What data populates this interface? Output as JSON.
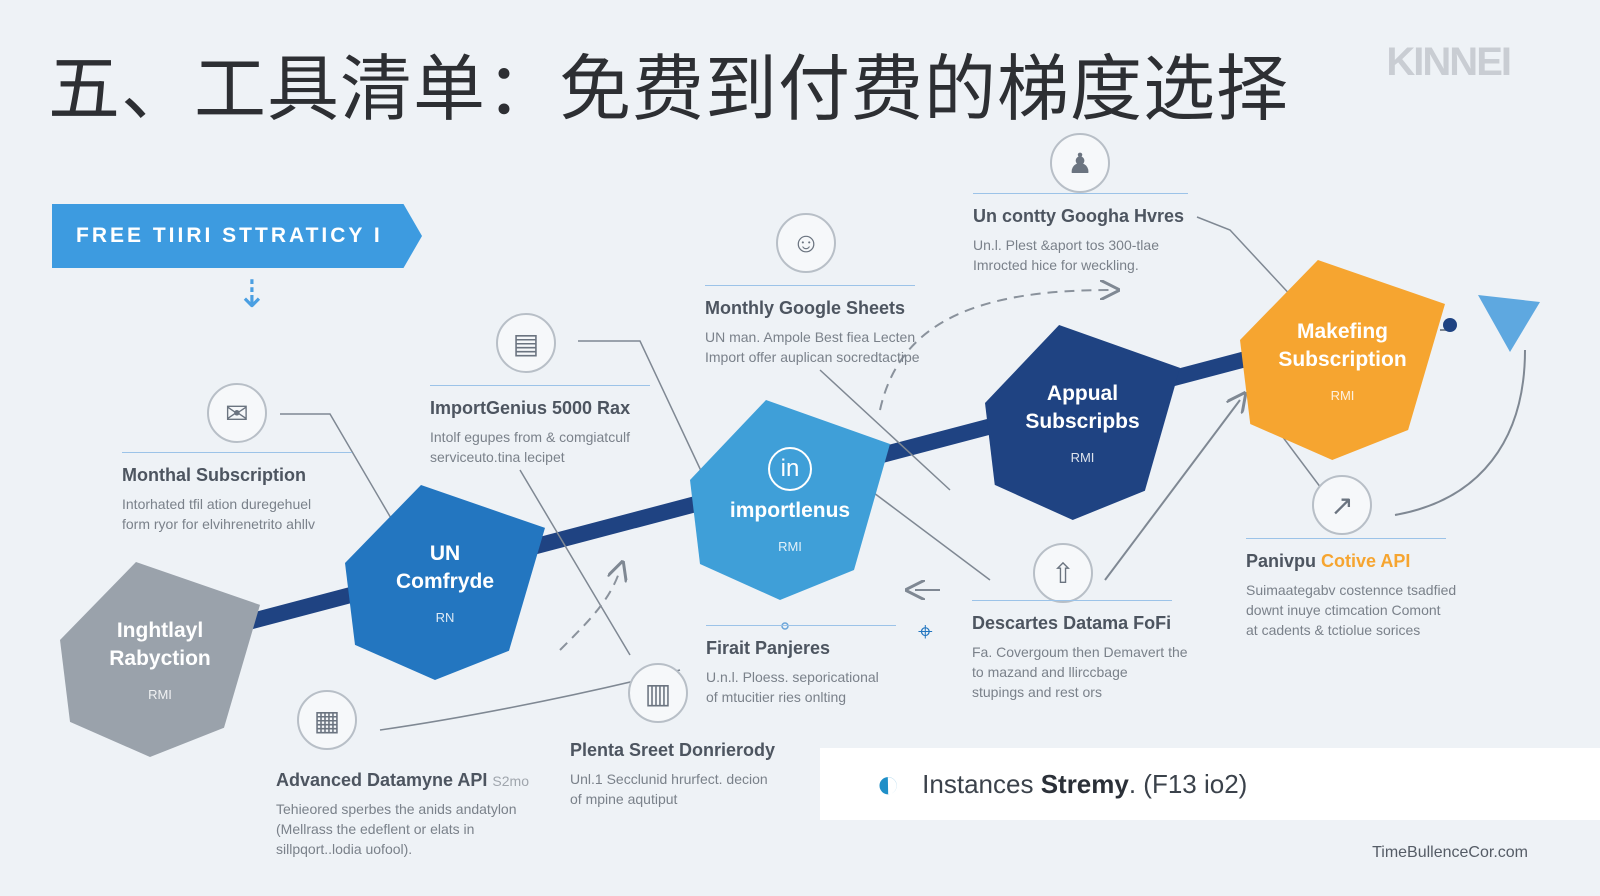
{
  "title": "五、工具清单：免费到付费的梯度选择",
  "logo_text": "KINNEI",
  "banner": {
    "label": "FREE TIIRI STTRATICY  I"
  },
  "nodes": [
    {
      "label_line1": "Inghtlayl",
      "label_line2": "Rabyction",
      "sub": "RMI",
      "color": "#9aa2ab"
    },
    {
      "label_line1": "UN",
      "label_line2": "Comfryde",
      "sub": "RN",
      "color": "#2376c0"
    },
    {
      "label_line1": "importlenus",
      "sub": "RMI",
      "badge": "in",
      "color": "#3f9fd8"
    },
    {
      "label_line1": "Appual",
      "label_line2": "Subscripbs",
      "sub": "RMI",
      "color": "#1f4382"
    },
    {
      "label_line1": "Makefing",
      "label_line2": "Subscription",
      "sub": "RMI",
      "color": "#f6a530"
    }
  ],
  "items": [
    {
      "title": "Monthal Subscription",
      "desc_line1": "Intorhated tfil ation duregehuel",
      "desc_line2": "form ryor for elvihrenetrito ahllv",
      "icon": "envelope-icon"
    },
    {
      "title": "ImportGenius 5000 Rax",
      "desc_line1": "Intolf egupes from & comgiatculf",
      "desc_line2": "serviceuto.tina lecipet",
      "icon": "document-chart-icon"
    },
    {
      "title": "Monthly Google Sheets",
      "desc_line1": "UN man. Ampole Best fiea Lecten",
      "desc_line2": "Import offer auplican socredtactipe",
      "icon": "people-icon"
    },
    {
      "title": "Un contty Googha Hvres",
      "desc_line1": "Un.l. Plest &aport tos 300-tlae",
      "desc_line2": "Imrocted hice for weckling.",
      "icon": "person-icon"
    },
    {
      "title_prefix": "Panivpu ",
      "title_accent": "Cotive API",
      "desc_line1": "Suimaategabv costennce tsadfied",
      "desc_line2": "downt inuye ctimcation Comont",
      "desc_line3": "at cadents & tctiolue sorices",
      "icon": "rocket-icon"
    },
    {
      "title": "Descartes Datama FoFi",
      "desc_line1": "Fa. Covergoum then Demavert the",
      "desc_line2": "to mazand and llirccbage",
      "desc_line3": "stupings and rest ors",
      "icon": "upload-icon"
    },
    {
      "title": "Firait Panjeres",
      "desc_line1": "U.n.l. Ploess. seporicational",
      "desc_line2": "of mtucitier ries onlting",
      "icon": "city-icon"
    },
    {
      "title": "Plenta Sreet Donrierody",
      "desc_line1": "Unl.1 Secclunid hrurfect. decion",
      "desc_line2": "of mpine aqutiput",
      "icon": "buildings-icon"
    },
    {
      "title": "Advanced Datamyne API",
      "title_suffix": "S2mo",
      "desc_line1": "Tehieored sperbes the anids andatylon",
      "desc_line2": "(Mellrass the edeflent or elats in",
      "desc_line3": "sillpqort..lodia uofool).",
      "icon": "building-icon"
    }
  ],
  "footer": {
    "brand_light": "Instances ",
    "brand_bold": "Stremy",
    "suffix": ". (F13 io2)"
  },
  "credit": "TimeBullenceCor.com",
  "colors": {
    "accent_blue": "#3d9be0",
    "navy": "#1f4382",
    "orange": "#f6a530",
    "gray": "#9aa2ab"
  }
}
